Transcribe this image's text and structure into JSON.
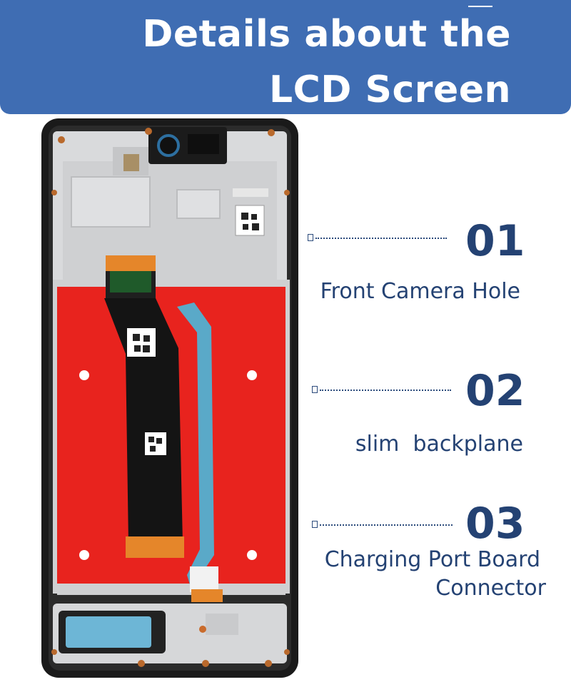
{
  "header": {
    "title_line1": "Details about the",
    "title_line2": "LCD Screen"
  },
  "callouts": [
    {
      "number": "01",
      "label": "Front Camera Hole"
    },
    {
      "number": "02",
      "label": "slim  backplane"
    },
    {
      "number": "03",
      "label_line1": "Charging Port Board",
      "label_line2": "Connector"
    }
  ],
  "colors": {
    "banner": "#3f6db3",
    "text": "#244273",
    "frame_red": "#e8231e",
    "frame_silver": "#d9dadc",
    "flex_black": "#141414",
    "flex_orange": "#e5862a",
    "flex_blue": "#5aa9c8"
  }
}
